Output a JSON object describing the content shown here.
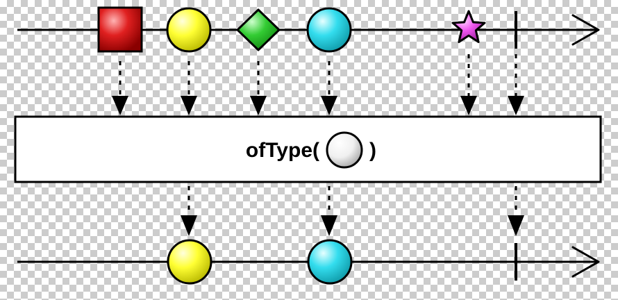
{
  "operator": {
    "label_prefix": "ofType(",
    "label_suffix": ")",
    "argument_shape": "circle",
    "argument_color": "#ffffff"
  },
  "input_stream": {
    "items": [
      {
        "shape": "square",
        "color": "#e02020",
        "passes": false
      },
      {
        "shape": "circle",
        "color": "#ffff33",
        "passes": true
      },
      {
        "shape": "diamond",
        "color": "#33cc33",
        "passes": false
      },
      {
        "shape": "circle",
        "color": "#33ddee",
        "passes": true
      },
      {
        "shape": "star",
        "color": "#ee55ee",
        "passes": false
      }
    ],
    "completion_marker": true
  },
  "output_stream": {
    "items": [
      {
        "shape": "circle",
        "color": "#ffff33"
      },
      {
        "shape": "circle",
        "color": "#33ddee"
      }
    ],
    "completion_marker": true
  },
  "colors": {
    "line": "#000000",
    "operator_box_fill": "#ffffff",
    "operator_box_stroke": "#000000"
  }
}
